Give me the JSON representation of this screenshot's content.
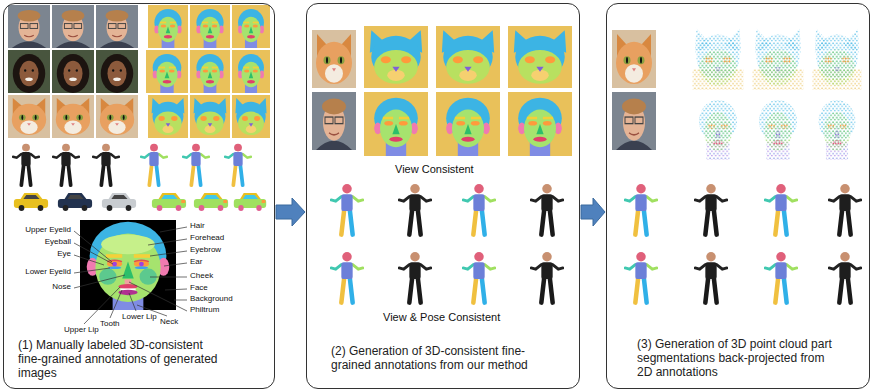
{
  "diagram": {
    "nodes": [
      {
        "text": [
          "(1) Manually labeled 3D-consistent fine-grained annotations of generated images"
        ]
      },
      {
        "text": [
          "(2) Generation of 3D-consistent fine-grained annotations from our method"
        ]
      },
      {
        "text": [
          "(3) Generation of 3D point cloud part segmentations back-projected from 2D annotations"
        ]
      }
    ],
    "edges": [
      {
        "from": 0,
        "to": 1,
        "arrow": "to"
      },
      {
        "from": 1,
        "to": 2,
        "arrow": "to"
      }
    ],
    "labels": [
      "Hair",
      "Upper Eyelid",
      "Forehead",
      "Eyeball",
      "Eyebrow",
      "Eye",
      "Ear",
      "Lower Eyelid",
      "Cheek",
      "Nose",
      "Face",
      "Background",
      "Philtrum",
      "Lower Lip",
      "Neck",
      "Tooth",
      "Upper Lip",
      "View Consistent",
      "View & Pose Consistent"
    ]
  }
}
